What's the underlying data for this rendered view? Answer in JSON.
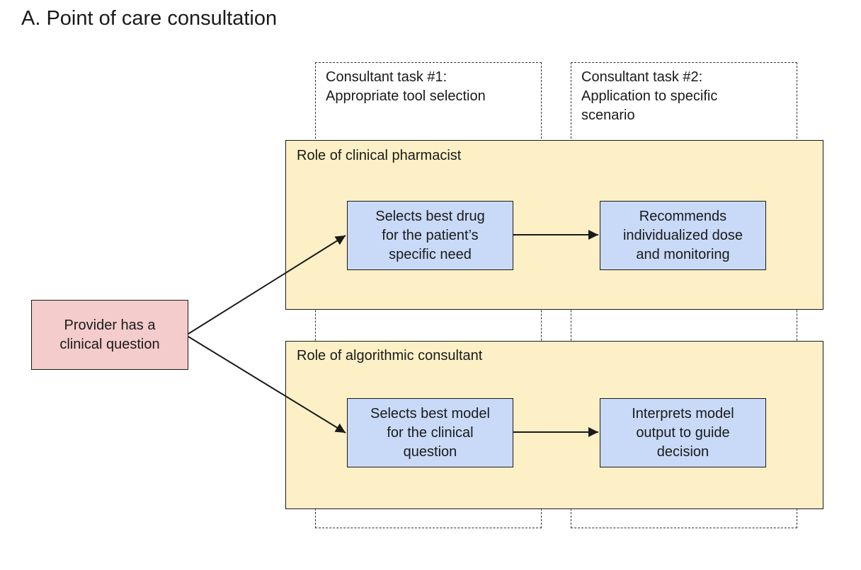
{
  "title": "A. Point of care consultation",
  "tasks": [
    {
      "label": "Consultant task #1:\nAppropriate tool selection"
    },
    {
      "label": "Consultant task #2:\nApplication to specific\nscenario"
    }
  ],
  "roles": [
    {
      "label": "Role of clinical pharmacist",
      "step1": "Selects best drug\nfor the patient’s\nspecific need",
      "step2": "Recommends\nindividualized dose\nand monitoring"
    },
    {
      "label": "Role of algorithmic consultant",
      "step1": "Selects best model\nfor the clinical\nquestion",
      "step2": "Interprets model\noutput to guide\ndecision"
    }
  ],
  "provider": "Provider has a\nclinical question",
  "colors": {
    "role_fill": "#fdf0c6",
    "step_fill": "#c9daf8",
    "provider_fill": "#f4cccc"
  }
}
